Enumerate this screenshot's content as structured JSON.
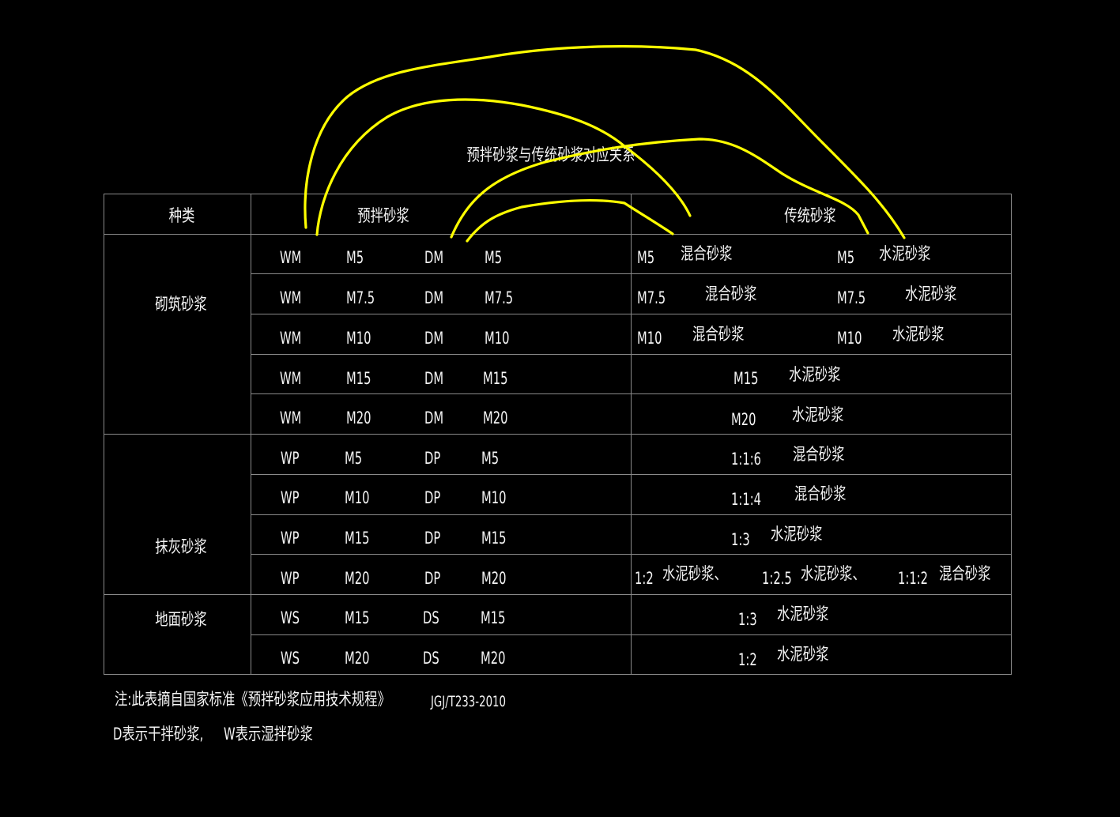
{
  "title": "预拌砂浆与传统砂浆对应关系",
  "headers": {
    "type": "种类",
    "ready_mixed": "预拌砂浆",
    "traditional": "传统砂浆"
  },
  "categories": [
    "砌筑砂浆",
    "抹灰砂浆",
    "地面砂浆"
  ],
  "rows": [
    {
      "w": "WM",
      "wg": "M5",
      "d": "DM",
      "dg": "M5",
      "trad": [
        {
          "g": "M5",
          "n": "混合砂浆"
        },
        {
          "g": "M5",
          "n": "水泥砂浆"
        }
      ]
    },
    {
      "w": "WM",
      "wg": "M7.5",
      "d": "DM",
      "dg": "M7.5",
      "trad": [
        {
          "g": "M7.5",
          "n": "混合砂浆"
        },
        {
          "g": "M7.5",
          "n": "水泥砂浆"
        }
      ]
    },
    {
      "w": "WM",
      "wg": "M10",
      "d": "DM",
      "dg": "M10",
      "trad": [
        {
          "g": "M10",
          "n": "混合砂浆"
        },
        {
          "g": "M10",
          "n": "水泥砂浆"
        }
      ]
    },
    {
      "w": "WM",
      "wg": "M15",
      "d": "DM",
      "dg": "M15",
      "trad": [
        {
          "g": "M15",
          "n": "水泥砂浆"
        }
      ]
    },
    {
      "w": "WM",
      "wg": "M20",
      "d": "DM",
      "dg": "M20",
      "trad": [
        {
          "g": "M20",
          "n": "水泥砂浆"
        }
      ]
    },
    {
      "w": "WP",
      "wg": "M5",
      "d": "DP",
      "dg": "M5",
      "trad": [
        {
          "g": "1:1:6",
          "n": "混合砂浆"
        }
      ]
    },
    {
      "w": "WP",
      "wg": "M10",
      "d": "DP",
      "dg": "M10",
      "trad": [
        {
          "g": "1:1:4",
          "n": "混合砂浆"
        }
      ]
    },
    {
      "w": "WP",
      "wg": "M15",
      "d": "DP",
      "dg": "M15",
      "trad": [
        {
          "g": "1:3",
          "n": "水泥砂浆"
        }
      ]
    },
    {
      "w": "WP",
      "wg": "M20",
      "d": "DP",
      "dg": "M20",
      "trad": [
        {
          "g": "1:2",
          "n": "水泥砂浆、"
        },
        {
          "g": "1:2.5",
          "n": "水泥砂浆、"
        },
        {
          "g": "1:1:2",
          "n": "混合砂浆"
        }
      ]
    },
    {
      "w": "WS",
      "wg": "M15",
      "d": "DS",
      "dg": "M15",
      "trad": [
        {
          "g": "1:3",
          "n": "水泥砂浆"
        }
      ]
    },
    {
      "w": "WS",
      "wg": "M20",
      "d": "DS",
      "dg": "M20",
      "trad": [
        {
          "g": "1:2",
          "n": "水泥砂浆"
        }
      ]
    }
  ],
  "notes": {
    "line1": "注:此表摘自国家标准《预拌砂浆应用技术规程》",
    "standard": "JGJ/T233-2010",
    "line2a": "D表示干拌砂浆,",
    "line2b": "W表示湿拌砂浆"
  },
  "colors": {
    "annotation": "#ffff00",
    "grid": "#8a8a8a",
    "text": "#f4f4f4"
  }
}
